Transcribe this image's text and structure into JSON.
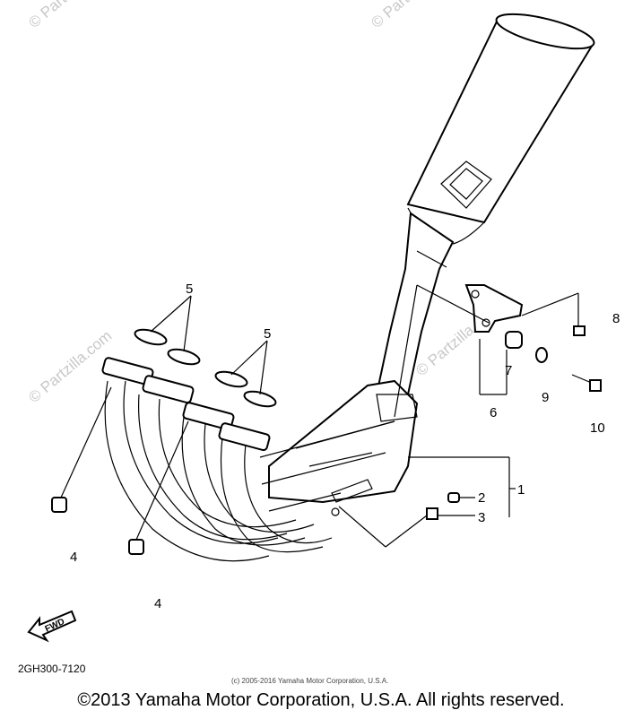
{
  "watermarks": [
    "© Partzilla.com",
    "© Partzilla.com",
    "© Partzilla.com",
    "© Partzilla.com"
  ],
  "callouts": {
    "c1": "1",
    "c2": "2",
    "c3": "3",
    "c4a": "4",
    "c4b": "4",
    "c5a": "5",
    "c5b": "5",
    "c6": "6",
    "c7": "7",
    "c8": "8",
    "c9": "9",
    "c10": "10"
  },
  "fwd_label": "FWD",
  "diagram_code": "2GH300-7120",
  "small_copyright": "(c) 2005-2016 Yamaha Motor Corporation, U.S.A.",
  "footer": "©2013 Yamaha Motor Corporation, U.S.A. All rights reserved."
}
